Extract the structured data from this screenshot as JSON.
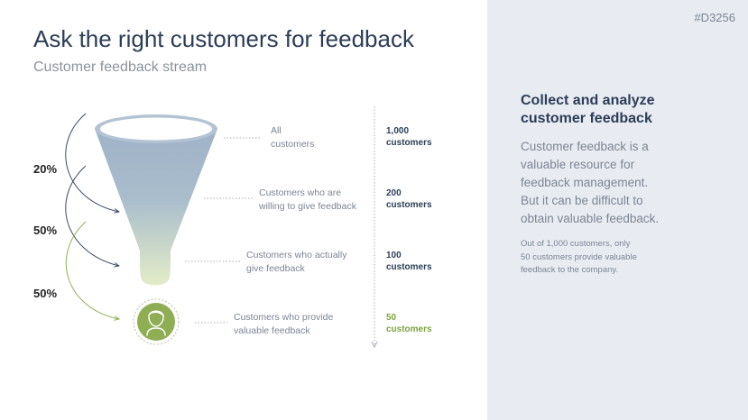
{
  "slide": {
    "code": "#D3256",
    "title": "Ask the right customers for feedback",
    "subtitle": "Customer feedback stream"
  },
  "percentages": [
    "20%",
    "50%",
    "50%"
  ],
  "stages": [
    {
      "label_lines": [
        "All",
        "customers"
      ],
      "number": "1,000",
      "unit": "customers"
    },
    {
      "label_lines": [
        "Customers who are",
        "willing to give feedback"
      ],
      "number": "200",
      "unit": "customers"
    },
    {
      "label_lines": [
        "Customers who actually",
        "give feedback"
      ],
      "number": "100",
      "unit": "customers"
    },
    {
      "label_lines": [
        "Customers who provide",
        "valuable feedback"
      ],
      "number": "50",
      "unit": "customers"
    }
  ],
  "side_panel": {
    "heading_lines": [
      "Collect and analyze",
      "customer feedback"
    ],
    "body_lines": [
      "Customer feedback is a",
      "valuable resource for",
      "feedback management.",
      "But it can be difficult to",
      "obtain valuable feedback."
    ],
    "note_lines": [
      "Out of 1,000 customers, only",
      "50 customers provide valuable",
      "feedback to the company."
    ]
  },
  "colors": {
    "title": "#2c3e57",
    "funnel_top": "#9fb2c8",
    "funnel_bottom": "#dde7c4",
    "accent_green": "#8fae54",
    "arrow_dark": "#3a4a62"
  },
  "icons": [
    "person-icon"
  ]
}
